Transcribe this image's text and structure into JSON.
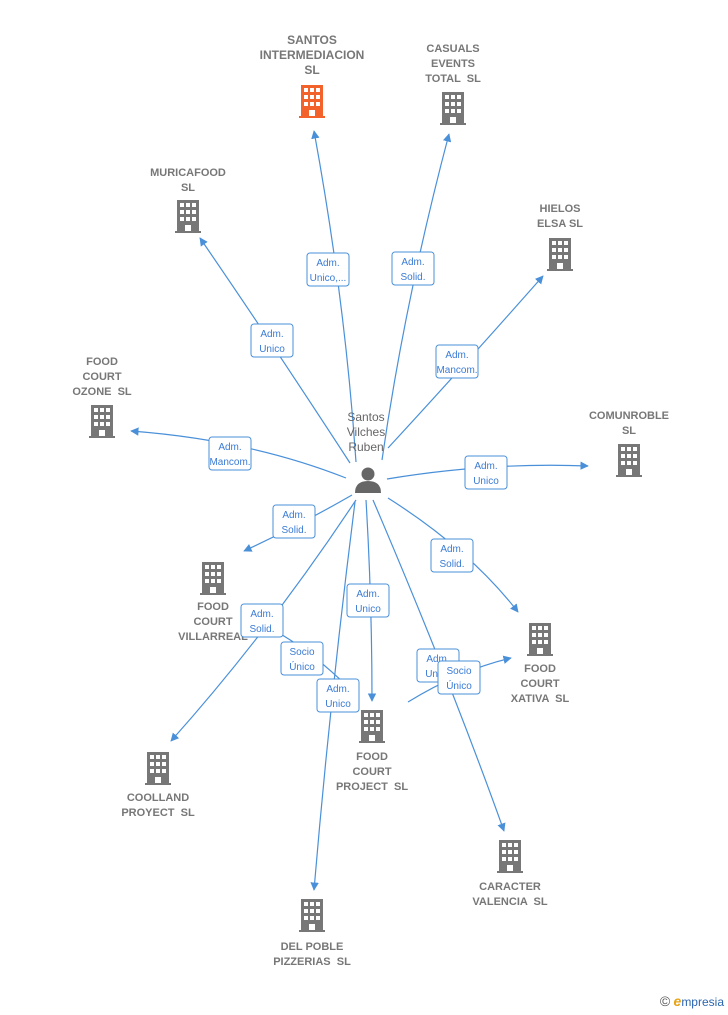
{
  "colors": {
    "edge": "#4a90d9",
    "building": "#777777",
    "highlight": "#f4622c",
    "person": "#666666"
  },
  "center": {
    "label_lines": [
      "Santos",
      "Vilches",
      "Ruben"
    ],
    "icon": "person-icon"
  },
  "companies": [
    {
      "id": "santos",
      "lines": [
        "SANTOS",
        "INTERMEDIACION",
        "SL"
      ],
      "highlight": true
    },
    {
      "id": "casuals",
      "lines": [
        "CASUALS",
        "EVENTS",
        "TOTAL  SL"
      ]
    },
    {
      "id": "murica",
      "lines": [
        "MURICAFOOD",
        "SL"
      ]
    },
    {
      "id": "hielos",
      "lines": [
        "HIELOS",
        "ELSA SL"
      ]
    },
    {
      "id": "ozone",
      "lines": [
        "FOOD",
        "COURT",
        "OZONE  SL"
      ]
    },
    {
      "id": "comun",
      "lines": [
        "COMUNROBLE",
        "SL"
      ]
    },
    {
      "id": "villarreal",
      "lines": [
        "FOOD",
        "COURT",
        "VILLARREAL"
      ]
    },
    {
      "id": "xativa",
      "lines": [
        "FOOD",
        "COURT",
        "XATIVA  SL"
      ]
    },
    {
      "id": "project",
      "lines": [
        "FOOD",
        "COURT",
        "PROJECT  SL"
      ]
    },
    {
      "id": "coolland",
      "lines": [
        "COOLLAND",
        "PROYECT  SL"
      ]
    },
    {
      "id": "caracter",
      "lines": [
        "CARACTER",
        "VALENCIA  SL"
      ]
    },
    {
      "id": "delpoble",
      "lines": [
        "DEL POBLE",
        "PIZZERIAS  SL"
      ]
    }
  ],
  "edges": [
    {
      "to": "santos",
      "lines": [
        "Adm.",
        "Unico,..."
      ]
    },
    {
      "to": "casuals",
      "lines": [
        "Adm.",
        "Solid."
      ]
    },
    {
      "to": "murica",
      "lines": [
        "Adm.",
        "Unico"
      ]
    },
    {
      "to": "hielos",
      "lines": [
        "Adm.",
        "Mancom."
      ]
    },
    {
      "to": "ozone",
      "lines": [
        "Adm.",
        "Mancom."
      ]
    },
    {
      "to": "comun",
      "lines": [
        "Adm.",
        "Unico"
      ]
    },
    {
      "to": "villarreal",
      "lines": [
        "Adm.",
        "Solid."
      ]
    },
    {
      "to": "xativa",
      "lines": [
        "Adm.",
        "Solid."
      ]
    },
    {
      "to": "project",
      "lines": [
        "Adm.",
        "Unico"
      ]
    },
    {
      "to": "coolland",
      "lines": [
        "Adm.",
        "Solid."
      ]
    },
    {
      "to": "villarreal",
      "lines": [
        "Socio",
        "Único"
      ]
    },
    {
      "to": "delpoble",
      "lines": [
        "Adm.",
        "Unico"
      ]
    },
    {
      "to": "xativa",
      "lines": [
        "Adm.",
        "Unico"
      ]
    },
    {
      "to": "caracter",
      "lines": [
        "Socio",
        "Único"
      ]
    }
  ],
  "footer": {
    "copyright": "©",
    "brand_initial": "e",
    "brand_rest": "mpresia"
  }
}
